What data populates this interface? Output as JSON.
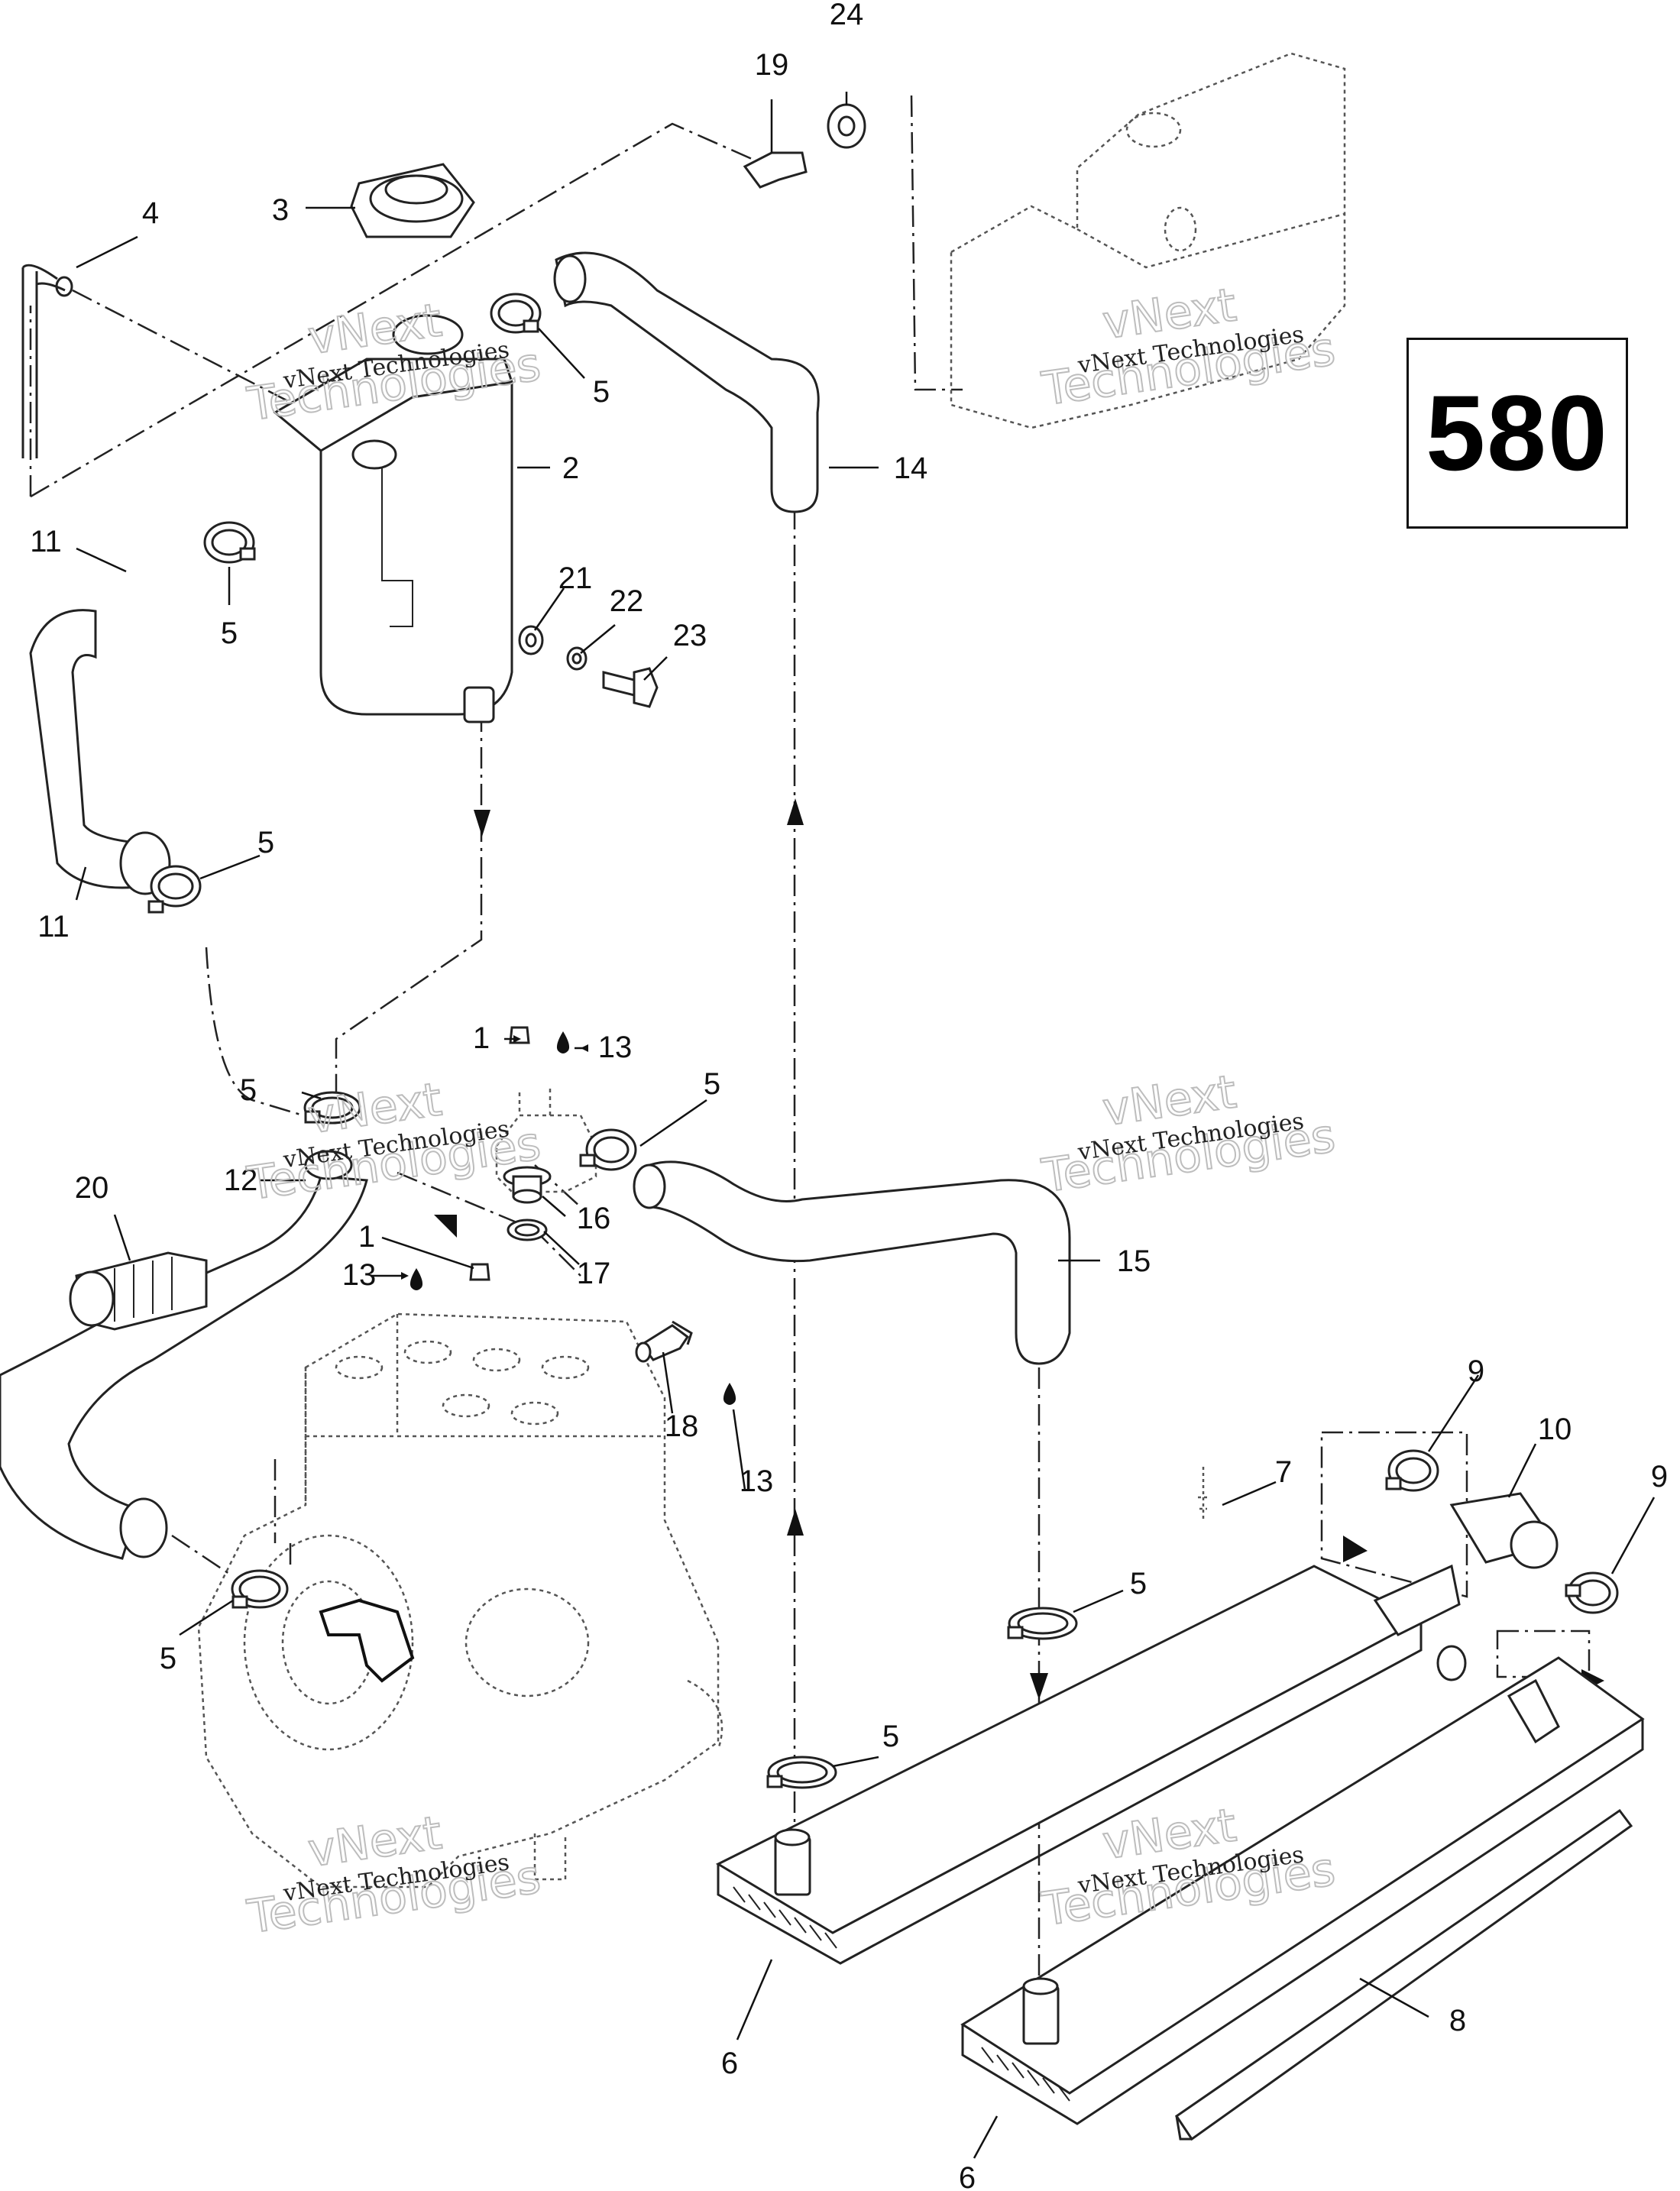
{
  "diagram": {
    "model_label": "580",
    "watermark": "vNext Technologies",
    "watermark_ghost_line1": "vNext",
    "watermark_ghost_line2": "Technologies",
    "callouts": [
      {
        "id": "c24",
        "text": "24"
      },
      {
        "id": "c19",
        "text": "19"
      },
      {
        "id": "c4",
        "text": "4"
      },
      {
        "id": "c3",
        "text": "3"
      },
      {
        "id": "c5a",
        "text": "5"
      },
      {
        "id": "c2",
        "text": "2"
      },
      {
        "id": "c14",
        "text": "14"
      },
      {
        "id": "c11a",
        "text": "11"
      },
      {
        "id": "c5b",
        "text": "5"
      },
      {
        "id": "c21",
        "text": "21"
      },
      {
        "id": "c22",
        "text": "22"
      },
      {
        "id": "c23",
        "text": "23"
      },
      {
        "id": "c5c",
        "text": "5"
      },
      {
        "id": "c11b",
        "text": "11"
      },
      {
        "id": "c1a",
        "text": "1"
      },
      {
        "id": "c13a",
        "text": "13"
      },
      {
        "id": "c5d",
        "text": "5"
      },
      {
        "id": "c5e",
        "text": "5"
      },
      {
        "id": "c20",
        "text": "20"
      },
      {
        "id": "c12",
        "text": "12"
      },
      {
        "id": "c16",
        "text": "16"
      },
      {
        "id": "c1b",
        "text": "1"
      },
      {
        "id": "c13b",
        "text": "13"
      },
      {
        "id": "c17",
        "text": "17"
      },
      {
        "id": "c15",
        "text": "15"
      },
      {
        "id": "c18",
        "text": "18"
      },
      {
        "id": "c13c",
        "text": "13"
      },
      {
        "id": "c9a",
        "text": "9"
      },
      {
        "id": "c10",
        "text": "10"
      },
      {
        "id": "c9b",
        "text": "9"
      },
      {
        "id": "c7",
        "text": "7"
      },
      {
        "id": "c5f",
        "text": "5"
      },
      {
        "id": "c5g",
        "text": "5"
      },
      {
        "id": "c5h",
        "text": "5"
      },
      {
        "id": "c6a",
        "text": "6"
      },
      {
        "id": "c8",
        "text": "8"
      },
      {
        "id": "c6b",
        "text": "6"
      }
    ]
  }
}
